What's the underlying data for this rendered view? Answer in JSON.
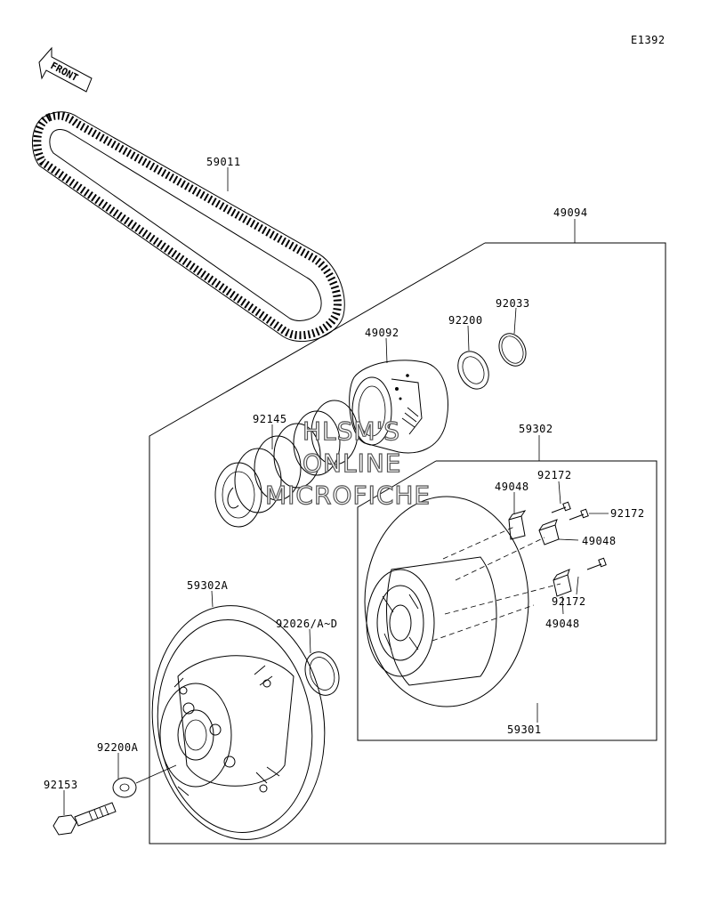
{
  "diagram_code": "E1392",
  "front_arrow": {
    "label": "FRONT",
    "icon": "front-arrow-icon"
  },
  "watermark": {
    "line1": "HLSM'S",
    "line2": "ONLINE",
    "line3": "MICROFICHE"
  },
  "part_labels": {
    "belt": "59011",
    "assembly": "49094",
    "cam": "49092",
    "spring": "92145",
    "washer_top": "92200",
    "snap_ring": "92033",
    "movable_sheave_assy": "59302",
    "screw_1": "92172",
    "screw_2": "92172",
    "screw_3": "92172",
    "shoe_1": "49048",
    "shoe_2": "49048",
    "shoe_3": "49048",
    "fixed_sheave": "59302A",
    "shim": "92026/A~D",
    "movable_sheave": "59301",
    "washer_bottom": "92200A",
    "bolt": "92153"
  }
}
